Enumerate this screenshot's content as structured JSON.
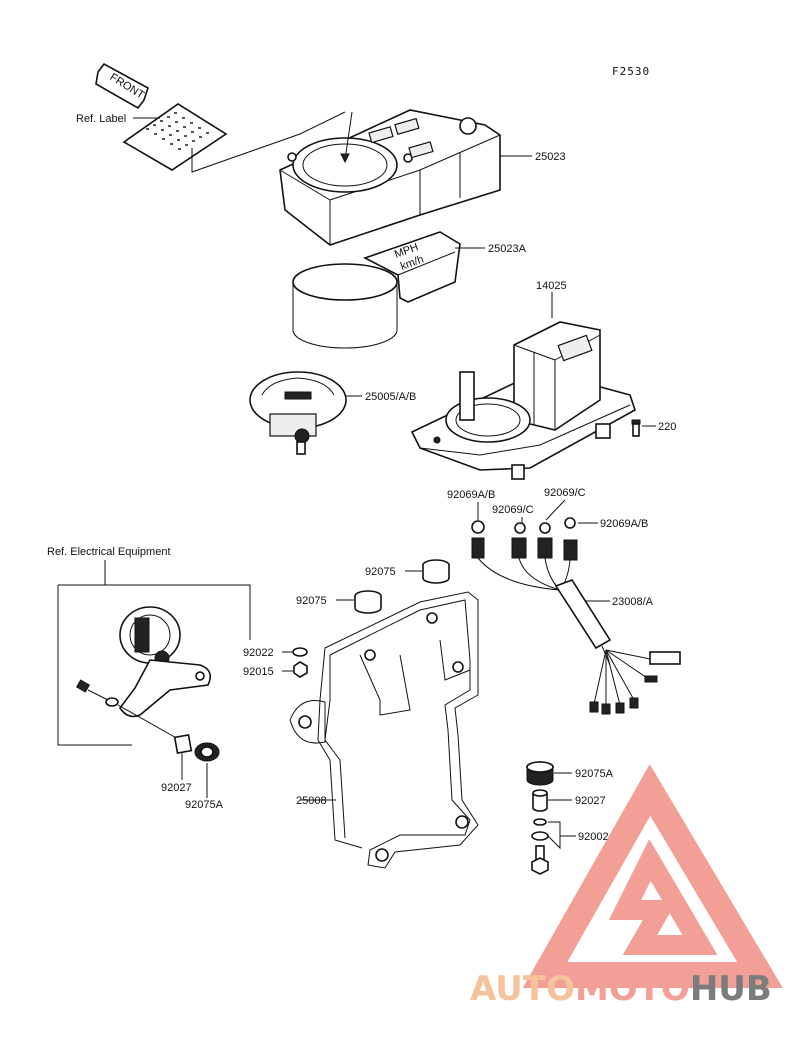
{
  "figure_code": "F2530",
  "front_arrow": "FRONT",
  "labels": {
    "ref_label": "Ref. Label",
    "ref_electrical": "Ref. Electrical Equipment",
    "p25023": "25023",
    "p25023a": "25023A",
    "p14025": "14025",
    "p25005": "25005/A/B",
    "p220": "220",
    "p92069ab_1": "92069A/B",
    "p92069c_1": "92069/C",
    "p92069c_2": "92069/C",
    "p92069ab_2": "92069A/B",
    "p92075_1": "92075",
    "p92075_2": "92075",
    "p23008": "23008/A",
    "p92022": "92022",
    "p92015": "92015",
    "p25008": "25008",
    "p92075a_1": "92075A",
    "p92027_1": "92027",
    "p92002": "92002",
    "p92027_2": "92027",
    "p92075a_2": "92075A"
  },
  "watermark": {
    "part1": "AUTO",
    "part2": "MOTO",
    "part3": "HUB"
  },
  "colors": {
    "watermark_orange": "#f3b98a",
    "watermark_red": "#ef8f86",
    "watermark_gray": "#666666"
  }
}
